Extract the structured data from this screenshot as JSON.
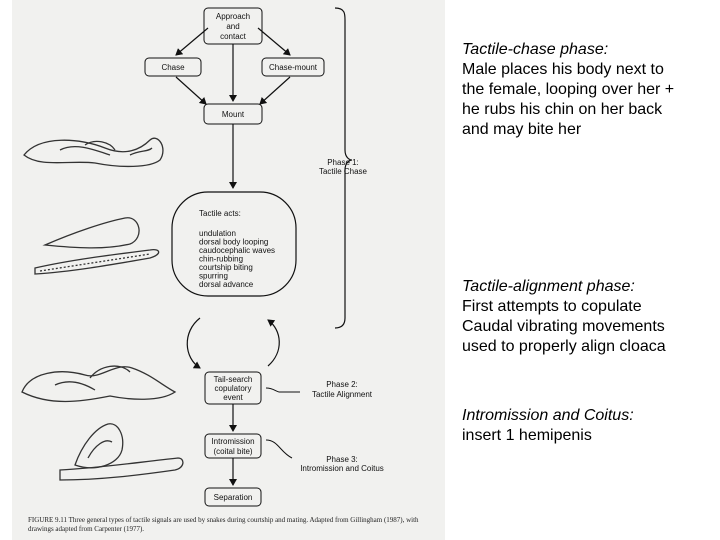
{
  "diagram": {
    "nodes": {
      "approach": [
        "Approach",
        "and",
        "contact"
      ],
      "chase": "Chase",
      "chase_mount": "Chase-mount",
      "mount": "Mount",
      "tactile_acts": {
        "heading": "Tactile acts:",
        "items": [
          "undulation",
          "dorsal body looping",
          "caudocephalic waves",
          "chin-rubbing",
          "courtship biting",
          "spurring",
          "dorsal advance"
        ]
      },
      "tail_search": [
        "Tail-search",
        "copulatory",
        "event"
      ],
      "intromission": [
        "Intromission",
        "(coital bite)"
      ],
      "separation": "Separation"
    },
    "phases": {
      "phase1": [
        "Phase 1:",
        "Tactile Chase"
      ],
      "phase2": [
        "Phase 2:",
        "Tactile Alignment"
      ],
      "phase3": [
        "Phase 3:",
        "Intromission and Coitus"
      ]
    },
    "caption": "FIGURE 9.11   Three general types of tactile signals are used by snakes during courtship and mating. Adapted from Gillingham (1987), with drawings adapted from Carpenter (1977)."
  },
  "notes": [
    {
      "title": "Tactile-chase phase:",
      "lines": [
        "Male places his body next to",
        "the female, looping over her +",
        "he rubs his chin on her back",
        "and may bite her"
      ]
    },
    {
      "title": "Tactile-alignment phase:",
      "lines": [
        "First attempts to copulate",
        "Caudal vibrating movements",
        "used to properly align cloaca"
      ]
    },
    {
      "title": "Intromission and Coitus:",
      "lines": [
        "insert 1 hemipenis"
      ]
    }
  ]
}
